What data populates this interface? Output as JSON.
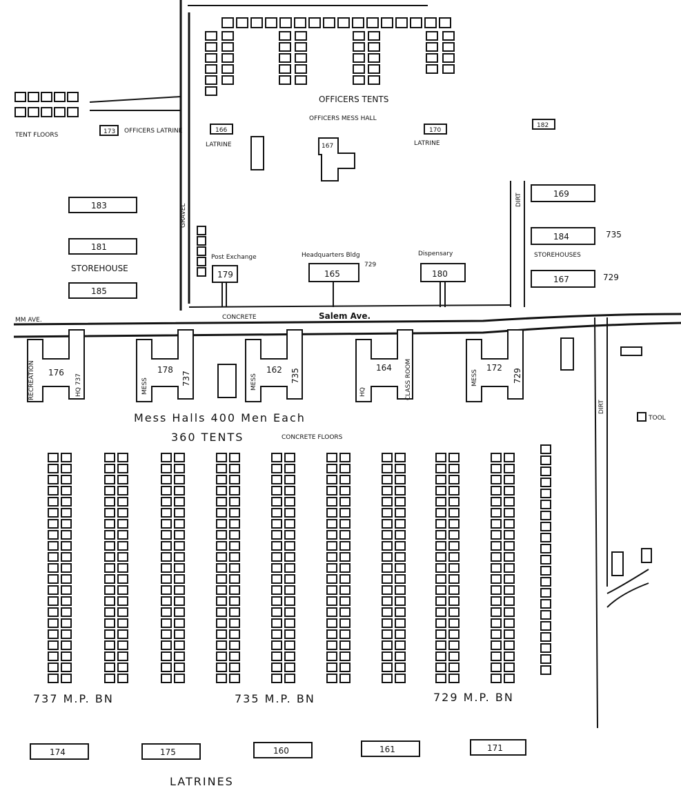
{
  "labels": {
    "officers_tents": "OFFICERS TENTS",
    "officers_mess_hall": "OFFICERS MESS HALL",
    "latrine_left": "LATRINE",
    "latrine_right": "LATRINE",
    "tent_floors": "TENT FLOORS",
    "officers_latrine": "OFFICERS LATRINE",
    "storehouse_left": "STOREHOUSE",
    "storehouses_right": "STOREHOUSES",
    "post_exchange": "Post Exchange",
    "headquarters_bldg": "Headquarters Bldg",
    "dispensary": "Dispensary",
    "concrete": "CONCRETE",
    "gravel": "GRAVEL",
    "dirt_top": "DIRT",
    "dirt_right": "DIRT",
    "avenue": "Salem Ave.",
    "avenue_left_stub": "MM AVE.",
    "mess_halls_caption": "Mess Halls 400 Men Each",
    "tents_caption": "360 TENTS",
    "concrete_floors": "CONCRETE FLOORS",
    "tool": "TOOL",
    "latrines": "LATRINES",
    "recreation": "RECREATION",
    "class_room": "CLASS ROOM",
    "mess": "MESS",
    "hq": "HQ"
  },
  "buildings": {
    "b183": "183",
    "b181": "181",
    "b185": "185",
    "b166": "166",
    "b167": "167",
    "b170": "170",
    "b173": "173",
    "b182": "182",
    "b169": "169",
    "b184": "184",
    "b164r": "167",
    "b179": "179",
    "b165": "165",
    "b180": "180",
    "b176": "176",
    "b178": "178",
    "b162": "162",
    "b164": "164",
    "b172": "172",
    "u737a": "737",
    "u737b": "737",
    "u735": "735",
    "u735b": "735",
    "u729": "729",
    "u729b": "729",
    "u735r": "735",
    "u729r": "729",
    "hq737": "HQ 737"
  },
  "battalions": {
    "b737": "737 M.P. BN",
    "b735": "735 M.P. BN",
    "b729": "729 M.P. BN"
  },
  "latrine_numbers": [
    "174",
    "175",
    "160",
    "161",
    "171"
  ]
}
